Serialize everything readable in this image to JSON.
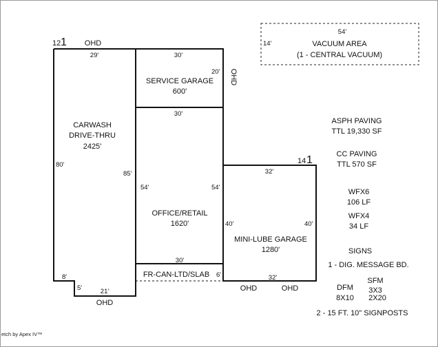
{
  "labels": {
    "vacuum_width": "54'",
    "vacuum_height": "14'",
    "vacuum_title": "VACUUM AREA",
    "vacuum_note": "(1 - CENTRAL VACUUM)",
    "story_left_num": "12",
    "story_left_mark": "1",
    "ohd_top_left": "OHD",
    "carwash_top": "29'",
    "service_top": "30'",
    "service_right": "20'",
    "ohd_service": "OHD",
    "service_name": "SERVICE GARAGE",
    "service_area": "600'",
    "office_top": "30'",
    "carwash_name1": "CARWASH",
    "carwash_name2": "DRIVE-THRU",
    "carwash_area": "2425'",
    "carwash_left": "80'",
    "carwash_right": "85'",
    "office_left": "54'",
    "office_right": "54'",
    "office_name": "OFFICE/RETAIL",
    "office_area": "1620'",
    "slab_top": "30'",
    "slab_name": "FR-CAN-LTD/SLAB",
    "slab_right": "6'",
    "carwash_step_left": "8'",
    "carwash_step_bottom": "5'",
    "carwash_bottom": "21'",
    "ohd_bottom_carwash": "OHD",
    "story_right_num": "14",
    "story_right_mark": "1",
    "lube_top": "32'",
    "lube_left": "40'",
    "lube_right": "40'",
    "lube_name": "MINI-LUBE GARAGE",
    "lube_area": "1280'",
    "lube_bottom": "32'",
    "ohd_lube_left": "OHD",
    "ohd_lube_right": "OHD",
    "asph_title": "ASPH PAVING",
    "asph_total": "TTL 19,330 SF",
    "cc_title": "CC PAVING",
    "cc_total": "TTL 570 SF",
    "wfx6_title": "WFX6",
    "wfx6_len": "106 LF",
    "wfx4_title": "WFX4",
    "wfx4_len": "34 LF",
    "signs_title": "SIGNS",
    "signs_msg": "1 - DIG. MESSAGE BD.",
    "sfm_title": "SFM",
    "sfm_size1": "3X3",
    "dfm_title": "DFM",
    "dfm_size": "8X10",
    "sfm_size2": "2X20",
    "signposts": "2 - 15 FT. 10\" SIGNPOSTS"
  },
  "footer": "etch by Apex IV™"
}
